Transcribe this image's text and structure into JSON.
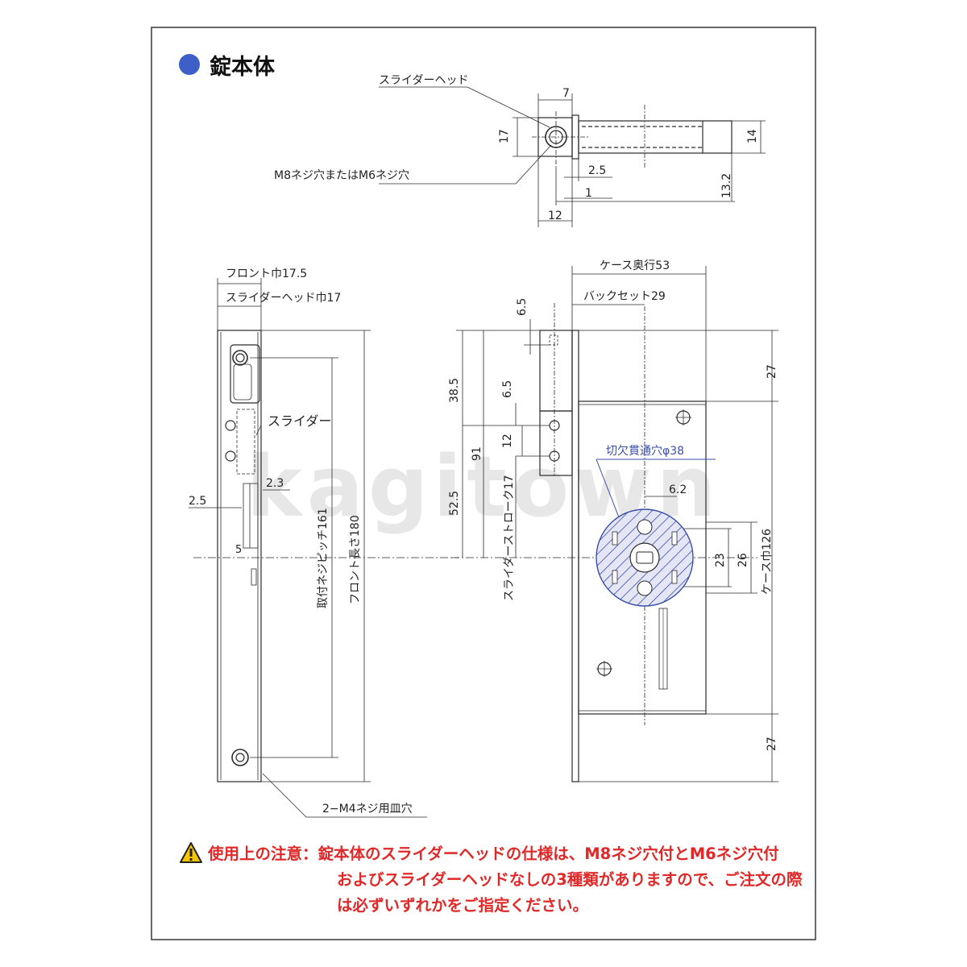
{
  "heading": {
    "title": "錠本体",
    "bullet_color": "#3f5fc8"
  },
  "watermark": "kagitown",
  "colors": {
    "line": "#2a2a2a",
    "note": "#e02828",
    "hatch": "#3b4ea8",
    "fill": "#e4e6f6"
  },
  "icons": {
    "warning": "warning-triangle-icon",
    "screw": "screw-cross-icon"
  },
  "top_view": {
    "slider_head_label": "スライダーヘッド",
    "thread_hole_label": "M8ネジ穴またはM6ネジ穴",
    "dims": {
      "d7": "7",
      "d17": "17",
      "d14": "14",
      "d25": "2.5",
      "d1": "1",
      "d12": "12",
      "d132": "13.2"
    }
  },
  "front_view": {
    "front_width_label": "フロント巾17.5",
    "head_width_label": "スライダーヘッド巾17",
    "slider_label": "スライダー",
    "d23": "2.3",
    "d25": "2.5",
    "d5": "5",
    "pitch_label": "取付ネジピッチ161",
    "length_label": "フロント長さ180",
    "holes_label": "2−M4ネジ用皿穴"
  },
  "side_view": {
    "case_depth_label": "ケース奥行53",
    "backset_label": "バックセット29",
    "cutout_label": "切欠貫通穴φ38",
    "stroke_label": "スライダーストローク17",
    "case_width_label": "ケース巾126",
    "dims": {
      "d65a": "6.5",
      "d385": "38.5",
      "d65b": "6.5",
      "d12": "12",
      "d91": "91",
      "d525": "52.5",
      "d62": "6.2",
      "d23": "23",
      "d26": "26",
      "d27top": "27",
      "d27bot": "27"
    }
  },
  "note": {
    "label": "使用上の注意：",
    "line1": "錠本体のスライダーヘッドの仕様は、M8ネジ穴付とM6ネジ穴付",
    "line2": "およびスライダーヘッドなしの3種類がありますので、ご注文の際",
    "line3": "は必ずいずれかをご指定ください。"
  }
}
